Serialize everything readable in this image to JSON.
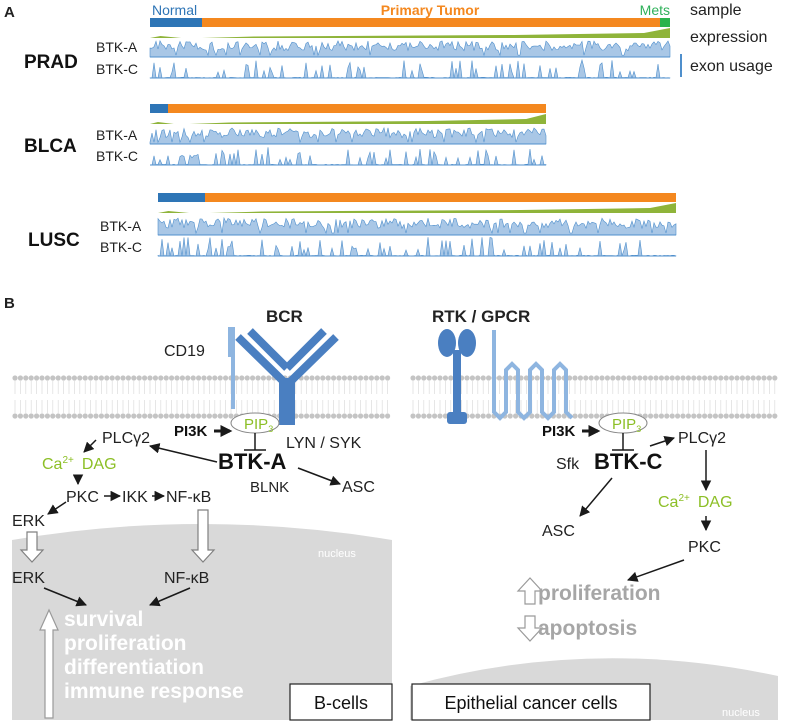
{
  "colors": {
    "normal": "#2e75b6",
    "tumor": "#f4881f",
    "mets": "#29b34b",
    "mets_label": "#2fb15a",
    "expression": "#8fb43a",
    "track_fill": "#a9c7e6",
    "track_line": "#4f8fcc",
    "receptor_dark": "#4a7fc1",
    "receptor_light": "#8eb5e0",
    "green_text": "#8cbf26",
    "gray_text": "#a6a6a6",
    "nucleus": "#d9d9d9",
    "membrane": "#c4c4c4"
  },
  "panel_a": {
    "label": "A",
    "legend": {
      "sample": "sample",
      "expression": "expression",
      "exon_usage": "exon usage"
    },
    "sample_labels": {
      "normal": "Normal",
      "primary": "Primary Tumor",
      "mets": "Mets"
    },
    "cancers": [
      {
        "name": "PRAD",
        "iso_a": "BTK-A",
        "iso_c": "BTK-C"
      },
      {
        "name": "BLCA",
        "iso_a": "BTK-A",
        "iso_c": "BTK-C"
      },
      {
        "name": "LUSC",
        "iso_a": "BTK-A",
        "iso_c": "BTK-C"
      }
    ]
  },
  "panel_b": {
    "label": "B",
    "bcell": {
      "receptor_bcr": "BCR",
      "cd19": "CD19",
      "pi3k": "PI3K",
      "pip3_base": "PIP",
      "pip3_sub": "3",
      "lyn_syk": "LYN / SYK",
      "plcg2": "PLCγ2",
      "ca": "Ca",
      "ca_sup": "2+",
      "dag": "DAG",
      "btk": "BTK-A",
      "blnk": "BLNK",
      "asc": "ASC",
      "pkc": "PKC",
      "ikk": "IKK",
      "nfkb": "NF-κB",
      "erk": "ERK",
      "erk_nuc": "ERK",
      "nfkb_nuc": "NF-κB",
      "nucleus": "nucleus",
      "outcomes": [
        "survival",
        "proliferation",
        "differentiation",
        "immune response"
      ],
      "box_label": "B-cells"
    },
    "epithelial": {
      "receptor": "RTK / GPCR",
      "pi3k": "PI3K",
      "pip3_base": "PIP",
      "pip3_sub": "3",
      "plcg2": "PLCγ2",
      "sfk": "Sfk",
      "btk": "BTK-C",
      "asc": "ASC",
      "ca": "Ca",
      "ca_sup": "2+",
      "dag": "DAG",
      "pkc": "PKC",
      "outcome_up": "proliferation",
      "outcome_down": "apoptosis",
      "nucleus": "nucleus",
      "box_label": "Epithelial cancer cells"
    }
  }
}
